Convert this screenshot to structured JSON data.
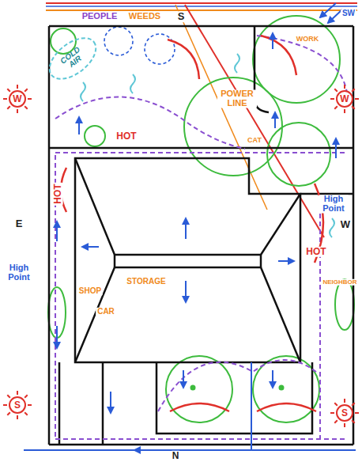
{
  "diagram": {
    "nodes": [
      {
        "text": [
          "COLD AIR"
        ]
      },
      {
        "text": [
          "W"
        ]
      },
      {
        "text": [
          "W"
        ]
      },
      {
        "text": [
          "S"
        ]
      },
      {
        "text": [
          "S"
        ]
      }
    ],
    "labels": [
      "PEOPLE",
      "WEEDS",
      "S",
      "SW",
      "WORK",
      "POWER LINE",
      "CAT",
      "HOT",
      "HOT",
      "E",
      "High Point",
      "SHOP",
      "STORAGE",
      "CAR",
      "High Point",
      "W",
      "HOT",
      "NEIGHBOR",
      "N"
    ]
  }
}
